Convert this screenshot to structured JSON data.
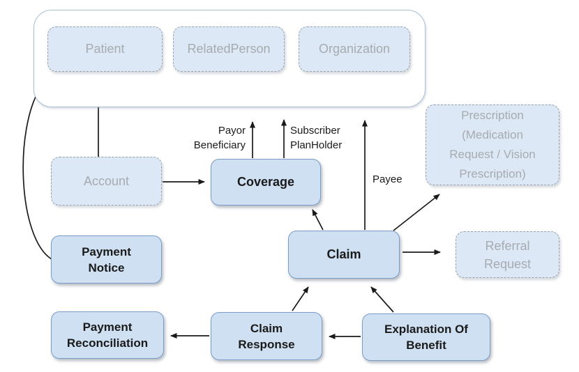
{
  "diagram": {
    "nodes": {
      "patient": {
        "label": "Patient",
        "style": "dashed-reference"
      },
      "related_person": {
        "label": "RelatedPerson",
        "style": "dashed-reference"
      },
      "organization": {
        "label": "Organization",
        "style": "dashed-reference"
      },
      "account": {
        "label": "Account",
        "style": "dashed-reference"
      },
      "coverage": {
        "label": "Coverage",
        "style": "solid"
      },
      "prescription": {
        "lines": [
          "Prescription",
          "(Medication",
          "Request / Vision",
          "Prescription)"
        ],
        "style": "dashed-reference"
      },
      "claim": {
        "label": "Claim",
        "style": "solid"
      },
      "referral_request": {
        "lines": [
          "Referral",
          "Request"
        ],
        "style": "dashed-reference"
      },
      "payment_notice": {
        "lines": [
          "Payment",
          "Notice"
        ],
        "style": "solid"
      },
      "payment_reconciliation": {
        "lines": [
          "Payment",
          "Reconciliation"
        ],
        "style": "solid"
      },
      "claim_response": {
        "lines": [
          "Claim",
          "Response"
        ],
        "style": "solid"
      },
      "explanation_of_benefit": {
        "lines": [
          "Explanation Of",
          "Benefit"
        ],
        "style": "solid"
      }
    },
    "edge_labels": {
      "payor_beneficiary": {
        "lines": [
          "Payor",
          "Beneficiary"
        ]
      },
      "subscriber_planholder": {
        "lines": [
          "Subscriber",
          "PlanHolder"
        ]
      },
      "payee": {
        "label": "Payee"
      }
    },
    "edges": [
      {
        "from": "account",
        "to": "patient"
      },
      {
        "from": "account",
        "to": "coverage"
      },
      {
        "from": "coverage",
        "to": "party-group",
        "label": "Payor Beneficiary"
      },
      {
        "from": "coverage",
        "to": "party-group",
        "label": "Subscriber PlanHolder"
      },
      {
        "from": "claim",
        "to": "party-group",
        "label": "Payee"
      },
      {
        "from": "claim",
        "to": "coverage"
      },
      {
        "from": "claim",
        "to": "prescription"
      },
      {
        "from": "claim",
        "to": "referral_request"
      },
      {
        "from": "claim_response",
        "to": "claim"
      },
      {
        "from": "explanation_of_benefit",
        "to": "claim"
      },
      {
        "from": "claim_response",
        "to": "payment_reconciliation"
      },
      {
        "from": "explanation_of_benefit",
        "to": "claim_response"
      },
      {
        "from": "payment_notice",
        "to": "party-group"
      }
    ],
    "colors": {
      "solid_node_fill": "#cfe0f2",
      "solid_node_border": "#7a9cc6",
      "dashed_node_fill": "#dce8f5",
      "dashed_node_border": "#98a2ac",
      "dashed_node_text": "#a6abb0",
      "group_border": "#a9c0d8",
      "arrow": "#1a1a1a",
      "text": "#1a1a1a"
    }
  }
}
